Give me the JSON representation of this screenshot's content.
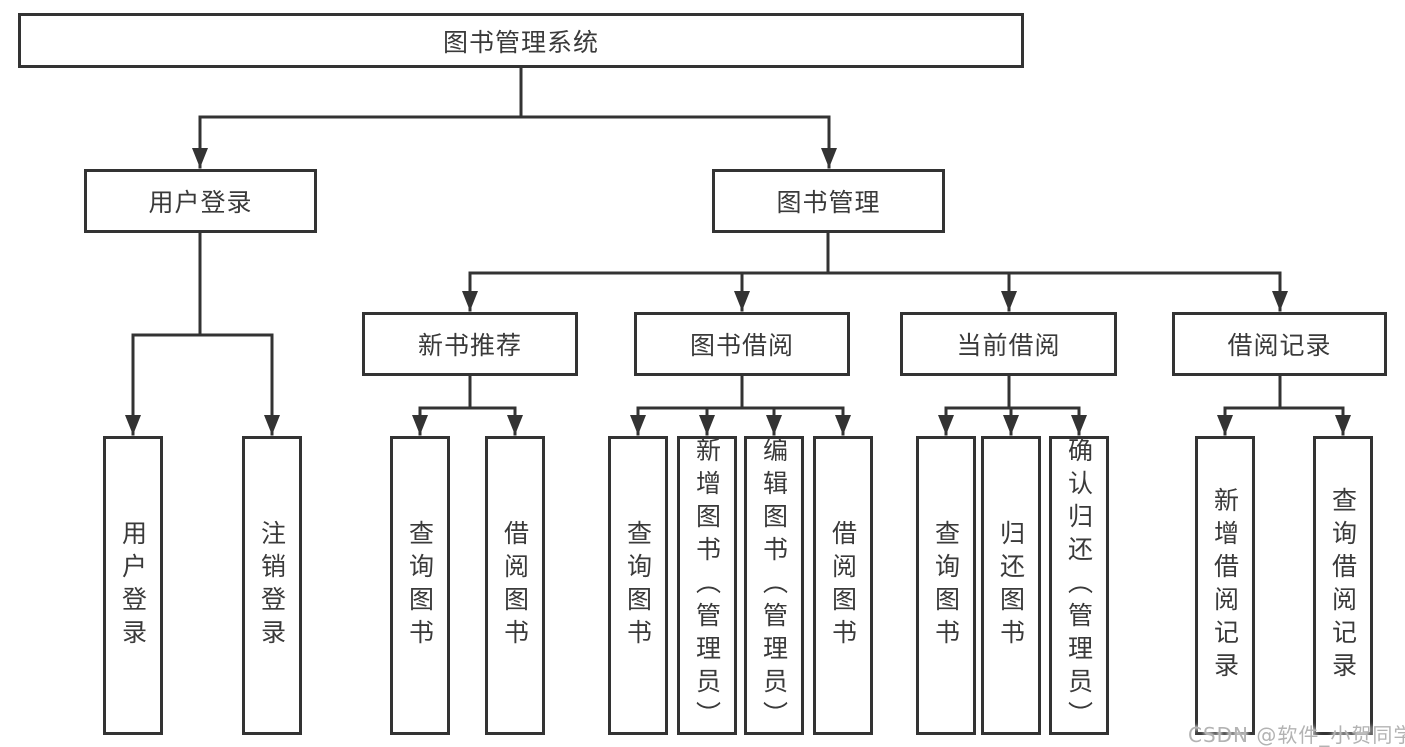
{
  "colors": {
    "line": "#333333",
    "box_border": "#333333",
    "text": "#3a3a3a",
    "watermark": "#b3b3b3",
    "background": "#ffffff"
  },
  "watermark": "CSDN @软件_小贺同学",
  "tree": {
    "label": "图书管理系统",
    "children": [
      {
        "label": "用户登录",
        "children": [
          {
            "label": "用户登录"
          },
          {
            "label": "注销登录"
          }
        ]
      },
      {
        "label": "图书管理",
        "children": [
          {
            "label": "新书推荐",
            "children": [
              {
                "label": "查询图书"
              },
              {
                "label": "借阅图书"
              }
            ]
          },
          {
            "label": "图书借阅",
            "children": [
              {
                "label": "查询图书"
              },
              {
                "label": "新增图书（管理员）"
              },
              {
                "label": "编辑图书（管理员）"
              },
              {
                "label": "借阅图书"
              }
            ]
          },
          {
            "label": "当前借阅",
            "children": [
              {
                "label": "查询图书"
              },
              {
                "label": "归还图书"
              },
              {
                "label": "确认归还（管理员）"
              }
            ]
          },
          {
            "label": "借阅记录",
            "children": [
              {
                "label": "新增借阅记录"
              },
              {
                "label": "查询借阅记录"
              }
            ]
          }
        ]
      }
    ]
  }
}
